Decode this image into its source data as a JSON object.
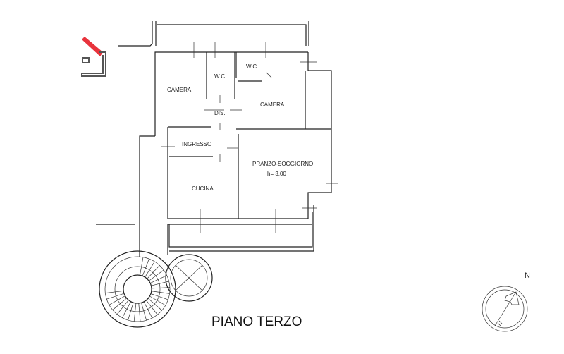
{
  "plan": {
    "title": "PIANO TERZO",
    "rooms": {
      "camera_left": "CAMERA",
      "wc_left": "W.C.",
      "wc_right": "W.C.",
      "camera_right": "CAMERA",
      "dis": "DIS.",
      "ingresso": "INGRESSO",
      "pranzo": "PRANZO-SOGGIORNO",
      "height": "h= 3.00",
      "cucina": "CUCINA"
    },
    "north_label": "N",
    "logo_color": "#e8333c"
  }
}
